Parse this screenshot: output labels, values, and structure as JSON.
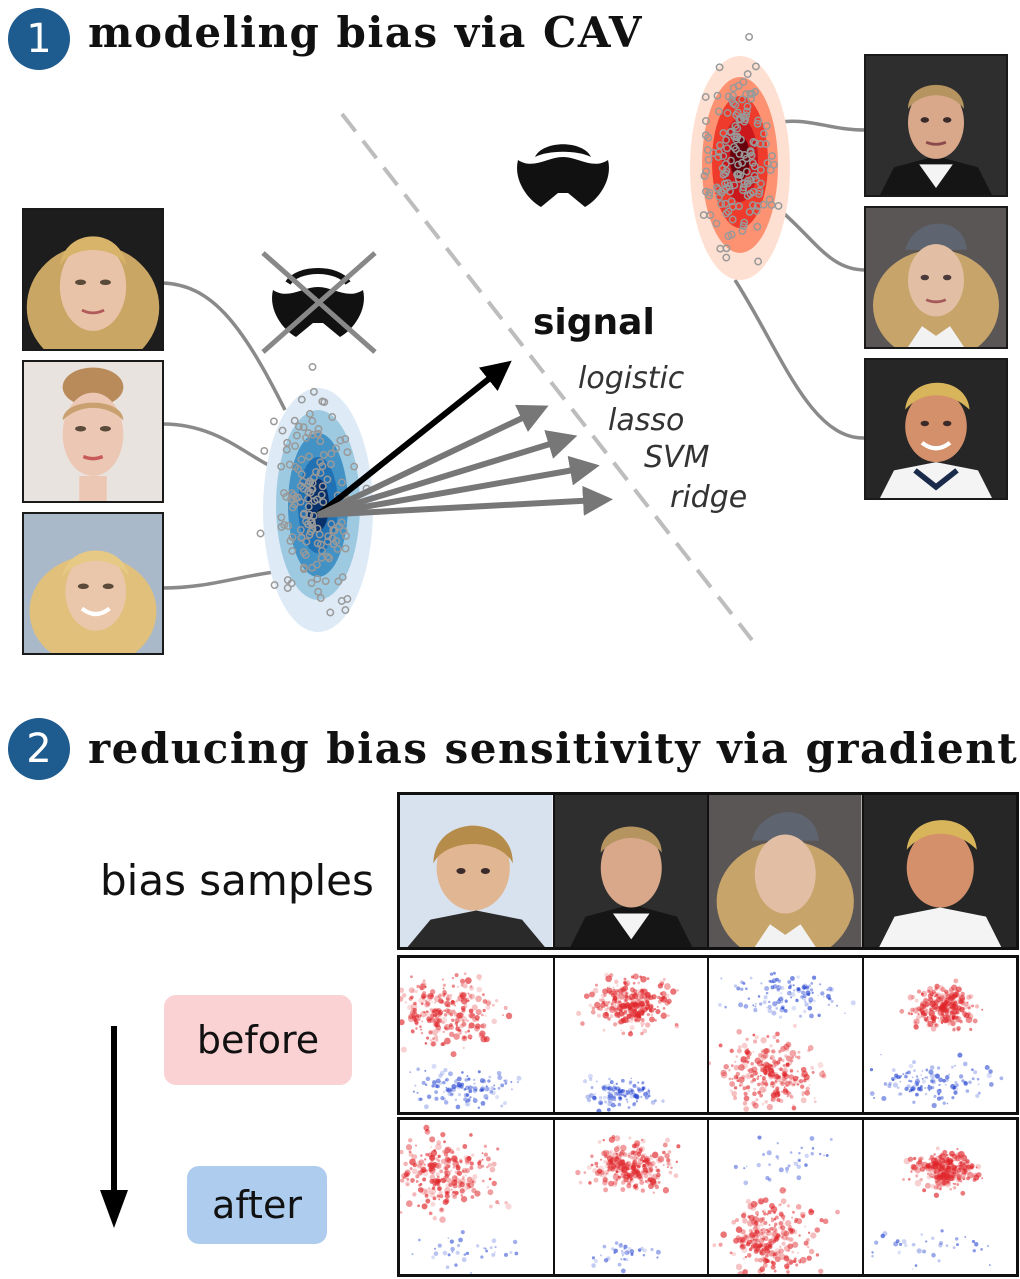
{
  "section1": {
    "number": "1",
    "title": "modeling bias via CAV"
  },
  "section2": {
    "number": "2",
    "title": "reducing bias sensitivity via gradient"
  },
  "signal_label": "signal",
  "methods": [
    "logistic",
    "lasso",
    "SVM",
    "ridge"
  ],
  "rows": {
    "bias_samples": "bias samples",
    "before": "before",
    "after": "after"
  },
  "colors": {
    "badge": "#1e5b8e",
    "bias_cluster": "#d73027",
    "nonbias_cluster": "#2166ac",
    "before_pill": "#fad2d4",
    "after_pill": "#aecdee",
    "heat_positive": "#e0262b",
    "heat_negative": "#1f3fd0"
  },
  "icons": [
    "collar-icon",
    "collar-crossed-icon"
  ]
}
